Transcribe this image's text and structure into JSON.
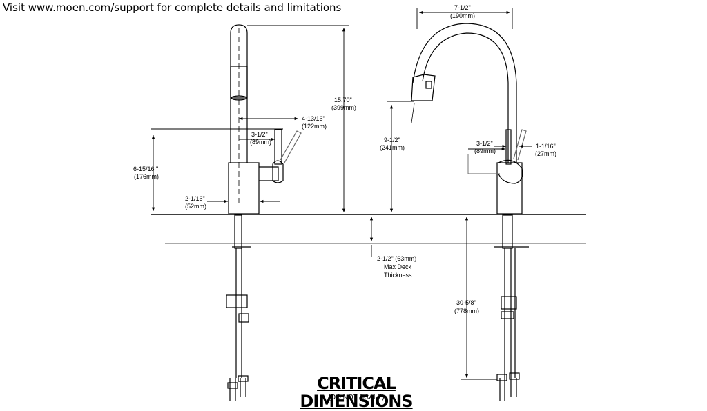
{
  "header": {
    "support_note": "Visit www.moen.com/support for complete details and limitations"
  },
  "title": "CRITICAL DIMENSIONS",
  "subtitle": "(DO NOT SCALE)",
  "dimensions": {
    "left_side": {
      "handle_reach": [
        "4-13/16\"",
        "(122mm)"
      ],
      "handle_offset": [
        "3-1/2\"",
        "(89mm)"
      ],
      "base_height": [
        "6-15/16 \"",
        "(176mm)"
      ],
      "base_width": [
        "2-1/16\"",
        "(52mm)"
      ],
      "overall_height": [
        "15.70\"",
        "(399mm)"
      ]
    },
    "right_side": {
      "spout_reach": [
        "7-1/2\"",
        "(190mm)"
      ],
      "spout_clearance": [
        "9-1/2\"",
        "(241mm)"
      ],
      "handle_clearance": [
        "3-1/2\"",
        "(89mm)"
      ],
      "handle_width": [
        "1-1/16\"",
        "(27mm)"
      ],
      "deck_thickness": [
        "2-1/2\" (63mm)",
        "Max Deck",
        "Thickness"
      ],
      "supply_length": [
        "30-5/8\"",
        "(778mm)"
      ]
    }
  }
}
